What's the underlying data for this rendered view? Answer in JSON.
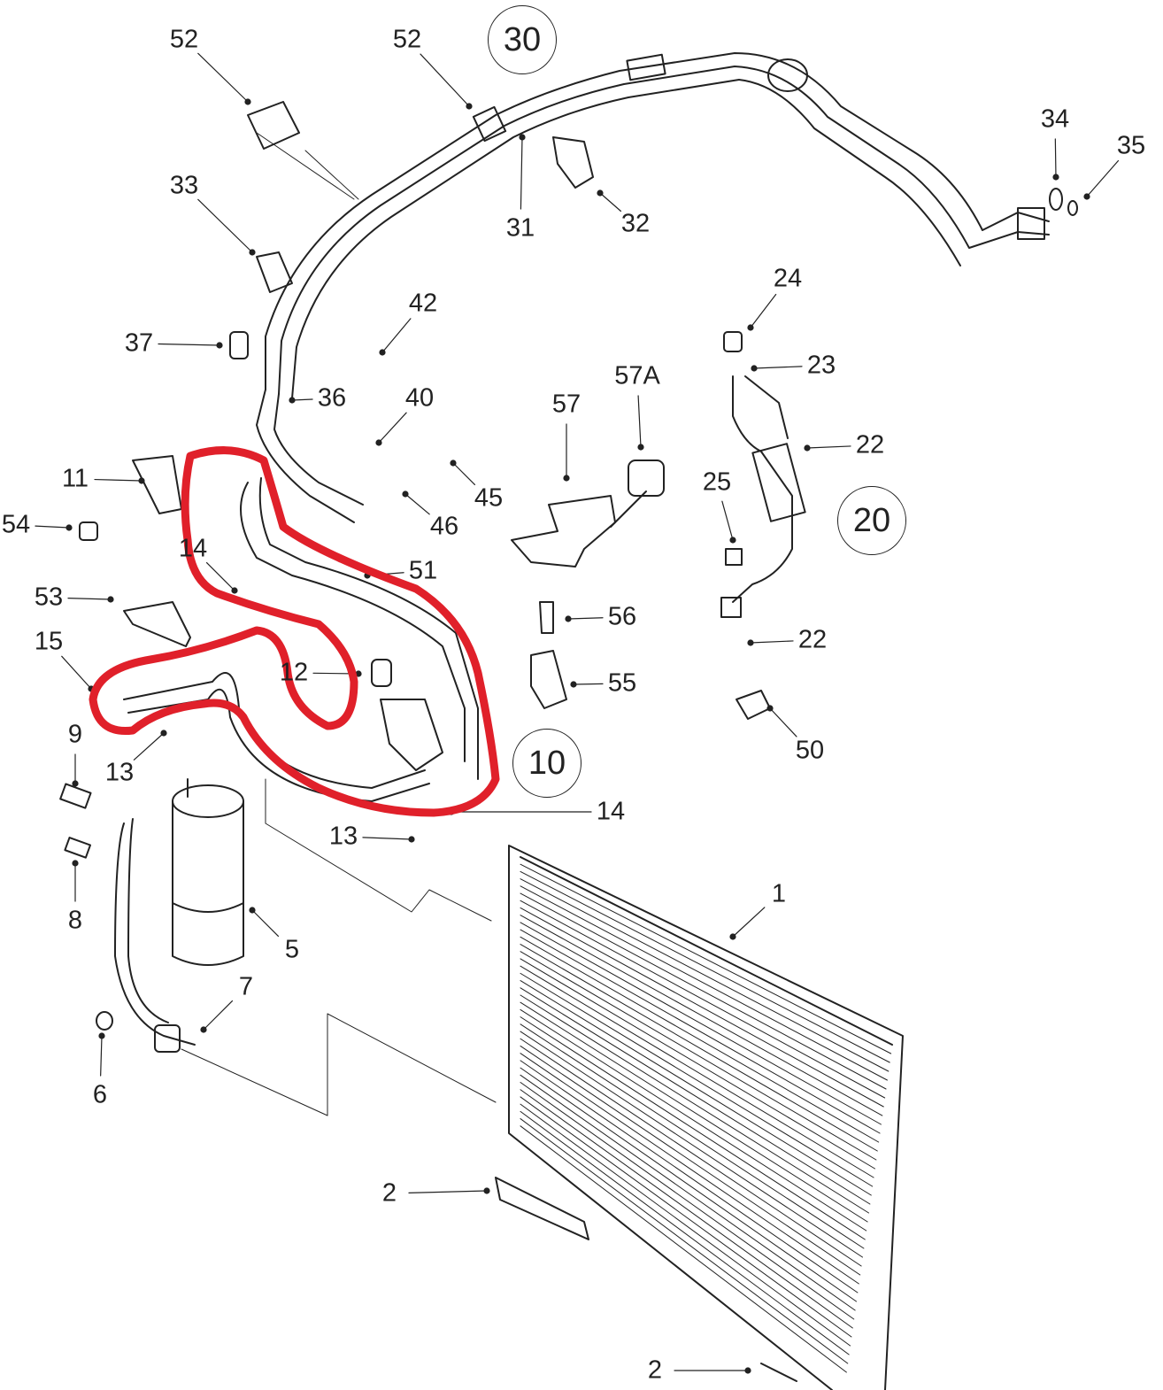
{
  "diagram": {
    "callouts": [
      "52",
      "52",
      "34",
      "35",
      "31",
      "32",
      "33",
      "24",
      "42",
      "37",
      "23",
      "36",
      "40",
      "57A",
      "57",
      "22",
      "11",
      "45",
      "25",
      "54",
      "46",
      "14",
      "51",
      "53",
      "56",
      "22",
      "15",
      "12",
      "55",
      "9",
      "13",
      "50",
      "14",
      "13",
      "1",
      "8",
      "5",
      "7",
      "6",
      "2",
      "2"
    ],
    "assembly_callouts": [
      "30",
      "20",
      "10"
    ],
    "highlight_color": "#e0202a",
    "line_color": "#222222"
  }
}
